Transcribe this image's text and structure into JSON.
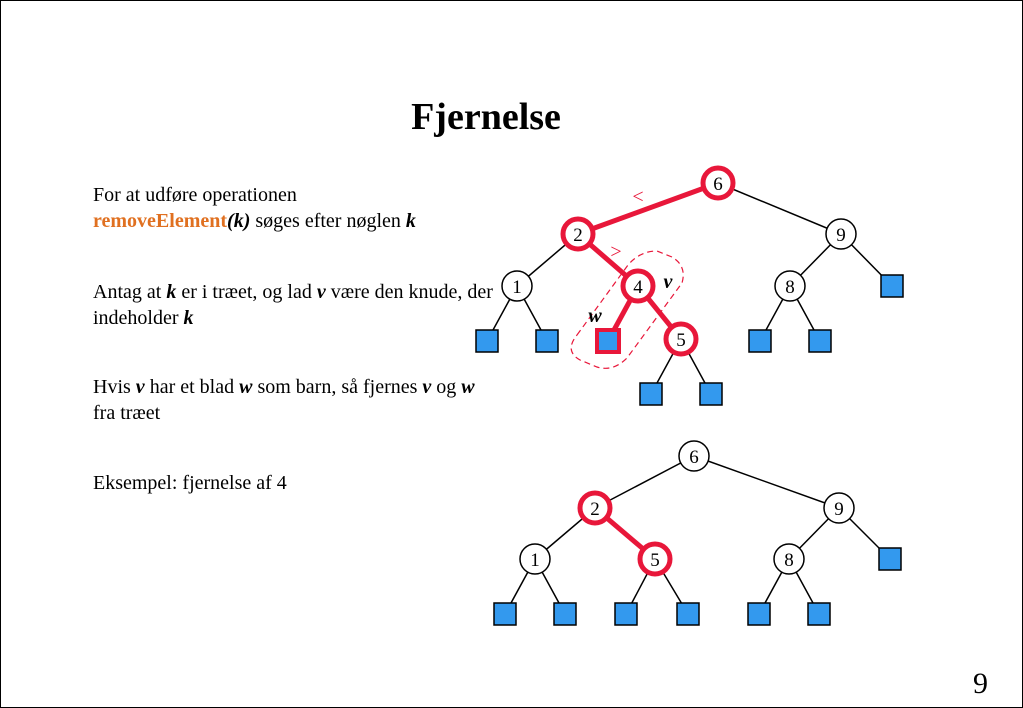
{
  "title": "Fjernelse",
  "page_number": "9",
  "paragraphs": {
    "p1": {
      "t1": "For at udføre operationen ",
      "method": "removeElement",
      "paren_open": "(",
      "k": "k",
      "paren_close": ")",
      "t2": " søges efter nøglen ",
      "k2": "k"
    },
    "p2": {
      "t1": "Antag at ",
      "k": "k",
      "t2": " er i træet, og lad ",
      "v": "v",
      "t3": " være den knude, der indeholder ",
      "k2": "k"
    },
    "p3": {
      "t1": "Hvis ",
      "v": "v",
      "t2": " har et blad ",
      "w": "w",
      "t3": " som barn, så fjernes ",
      "v2": "v",
      "t4": " og ",
      "w2": "w",
      "t5": " fra træet"
    },
    "p4": {
      "t1": "Eksempel: fjernelse af 4"
    }
  },
  "colors": {
    "highlight": "#e8173a",
    "leaf": "#3399ee",
    "method": "#e07020"
  },
  "tree_before": {
    "nodes": [
      "6",
      "2",
      "9",
      "1",
      "4",
      "8",
      "5"
    ],
    "highlighted_path": [
      "6",
      "2",
      "4",
      "5"
    ],
    "labels": {
      "v": "v",
      "w": "w",
      "less": "<",
      "greater": ">"
    }
  },
  "tree_after": {
    "nodes": [
      "6",
      "2",
      "9",
      "1",
      "5",
      "8"
    ],
    "highlighted_path": [
      "2",
      "5"
    ]
  }
}
